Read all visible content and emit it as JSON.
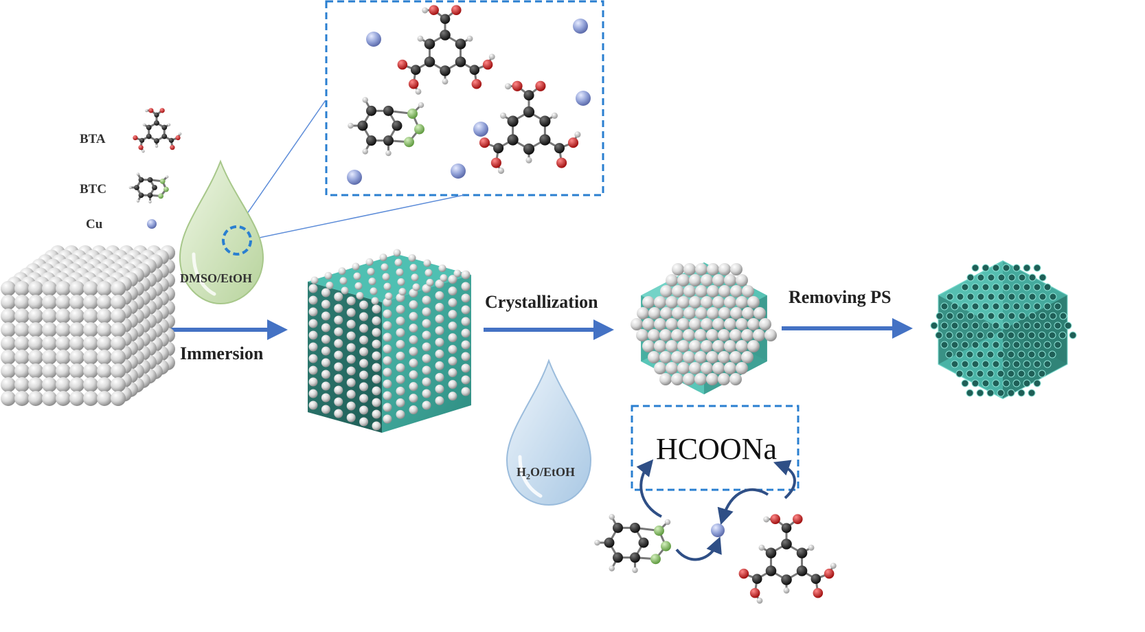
{
  "legend": {
    "bta": "BTA",
    "btc": "BTC",
    "cu": "Cu"
  },
  "steps": {
    "immersion": "Immersion",
    "crystallization": "Crystallization",
    "removing_ps": "Removing PS"
  },
  "solvents": {
    "first": "DMSO/EtOH",
    "second_prefix": "H",
    "second_sub": "2",
    "second_suffix": "O/EtOH"
  },
  "reagent": "HCOONa",
  "colors": {
    "arrow": "#4472c4",
    "dashed_box": "#2a7fd0",
    "pmma_sphere": "#d6d6d6",
    "mof_teal": "#3fa69a",
    "mof_dark_teal": "#2b6f67",
    "carbon": "#1a1a1a",
    "oxygen": "#cc1f1f",
    "hydrogen": "#d8d8d8",
    "nitrogen": "#8cc26a",
    "copper": "#8f9fd6",
    "drop_green": "#c9dfb4",
    "drop_blue": "#c3d9ec"
  }
}
